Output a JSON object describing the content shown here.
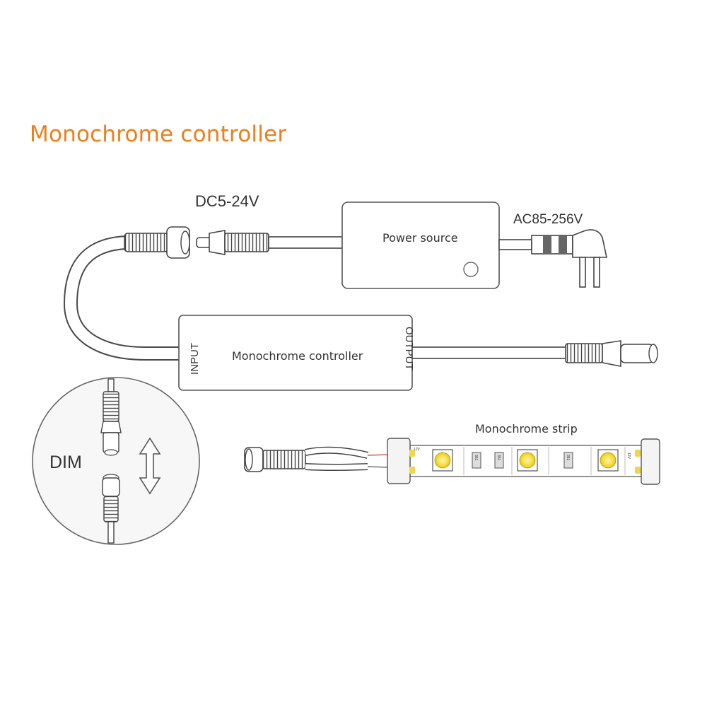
{
  "title": "Monochrome controller",
  "labels": {
    "dc_voltage": "DC5-24V",
    "ac_voltage": "AC85-256V",
    "power_source": "Power source",
    "controller": "Monochrome controller",
    "input": "INPUT",
    "output": "OUTPUT",
    "strip": "Monochrome strip",
    "dim": "DIM",
    "strip_voltage": "12V",
    "strip_voltage_rev": "12V",
    "resistor": "351"
  },
  "colors": {
    "title": "#f07d1a",
    "outline": "#4a4a4a",
    "led_yellow": "#f7e04a",
    "strip_bg": "#ffffff"
  },
  "icons": [
    "dc-plug-icon",
    "dc-jack-icon",
    "ac-plug-icon",
    "double-arrow-icon",
    "led-icon"
  ]
}
